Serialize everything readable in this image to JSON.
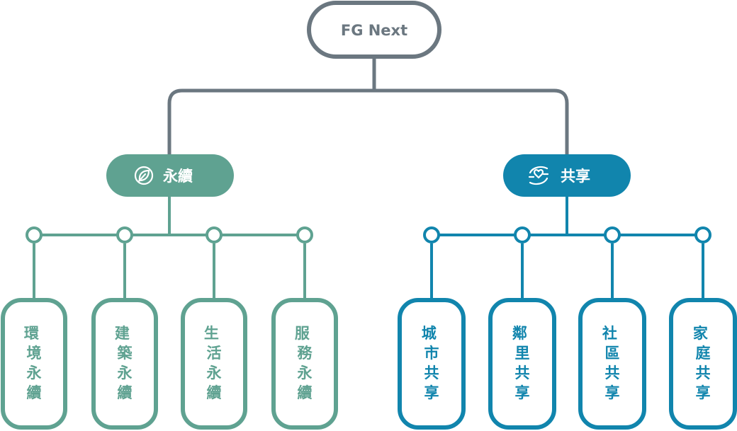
{
  "root": {
    "label": "FG Next"
  },
  "colors": {
    "gray": "#6b7780",
    "green": "#5fa291",
    "blue": "#1185ad",
    "white": "#ffffff"
  },
  "categories": [
    {
      "label": "永續",
      "icon": "leaf-icon",
      "color_key": "green",
      "items": [
        {
          "label": "環境永續"
        },
        {
          "label": "建築永續"
        },
        {
          "label": "生活永續"
        },
        {
          "label": "服務永續"
        }
      ]
    },
    {
      "label": "共享",
      "icon": "hands-heart-icon",
      "color_key": "blue",
      "items": [
        {
          "label": "城市共享"
        },
        {
          "label": "鄰里共享"
        },
        {
          "label": "社區共享"
        },
        {
          "label": "家庭共享"
        }
      ]
    }
  ]
}
